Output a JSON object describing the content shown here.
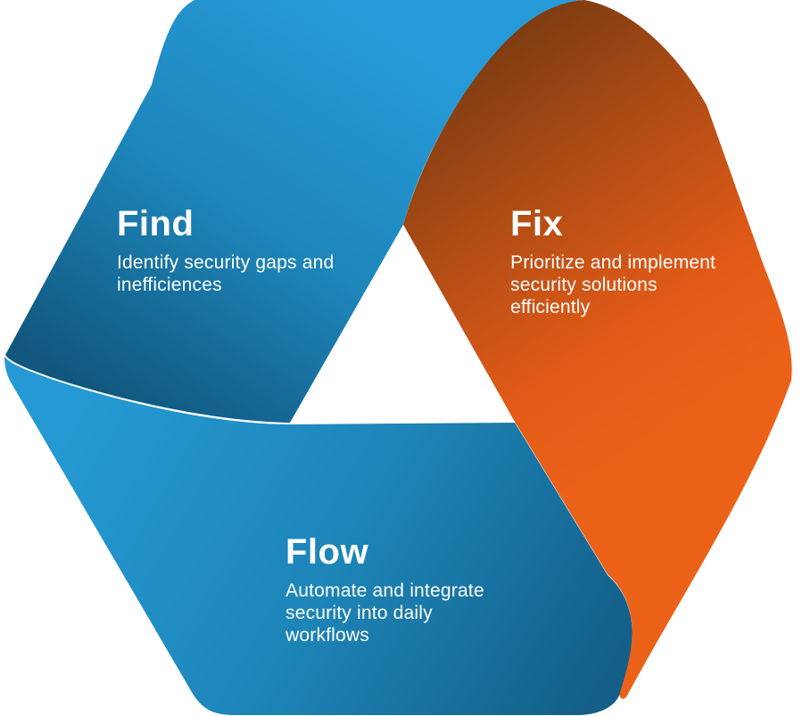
{
  "diagram": {
    "name": "find-fix-flow-cycle",
    "background": "#ffffff",
    "text_color": "#ffffff",
    "sections": [
      {
        "id": "find",
        "title": "Find",
        "description": "Identify security gaps and\ninefficiences",
        "color": "blue"
      },
      {
        "id": "fix",
        "title": "Fix",
        "description": "Prioritize and implement\nsecurity solutions\nefficiently",
        "color": "orange"
      },
      {
        "id": "flow",
        "title": "Flow",
        "description": "Automate and integrate\nsecurity into daily\nworkflows",
        "color": "blue"
      }
    ],
    "gradients": {
      "find": [
        "#279bd9",
        "#1d86bb",
        "#11577d"
      ],
      "flow": [
        "#2599d3",
        "#1d85b8",
        "#135f88"
      ],
      "fix": [
        "#7e3c12",
        "#b54e15",
        "#e25a17",
        "#ec6118"
      ]
    }
  }
}
